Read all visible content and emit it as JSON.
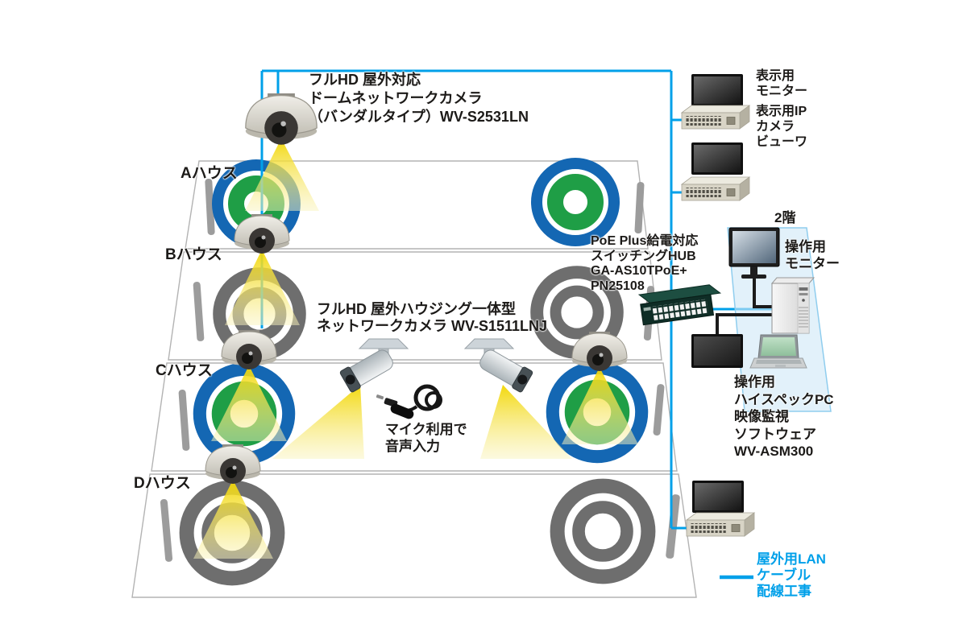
{
  "diagram": {
    "houses": [
      {
        "id": "A",
        "label": "Aハウス",
        "target_style": "blue-green"
      },
      {
        "id": "B",
        "label": "Bハウス",
        "target_style": "gray"
      },
      {
        "id": "C",
        "label": "Cハウス",
        "target_style": "blue-green"
      },
      {
        "id": "D",
        "label": "Dハウス",
        "target_style": "gray"
      }
    ],
    "dome_camera_label": {
      "line1": "フルHD 屋外対応",
      "line2": "ドームネットワークカメラ",
      "line3": "（バンダルタイプ）WV-S2531LN"
    },
    "bullet_camera_label": {
      "line1": "フルHD 屋外ハウジング一体型",
      "line2": "ネットワークカメラ WV-S1511LNJ"
    },
    "mic_label": {
      "line1": "マイク利用で",
      "line2": "音声入力"
    },
    "hub_label": {
      "line1": "PoE Plus給電対応",
      "line2": "スイッチングHUB",
      "line3": "GA-AS10TPoE+",
      "line4": "PN25108"
    },
    "display_monitor_label": {
      "line1": "表示用",
      "line2": "モニター"
    },
    "ip_viewer_label": {
      "line1": "表示用IP",
      "line2": "カメラ",
      "line3": "ビューワ"
    },
    "floor2_label": "2階",
    "op_monitor_label": {
      "line1": "操作用",
      "line2": "モニター"
    },
    "op_pc_label": {
      "line1": "操作用",
      "line2": "ハイスペックPC",
      "line3": "映像監視",
      "line4": "ソフトウェア",
      "line5": "WV-ASM300"
    },
    "legend": {
      "line1": "屋外用LAN",
      "line2": "ケーブル",
      "line3": "配線工事"
    }
  },
  "colors": {
    "lan_cable": "#00a0e9",
    "target_blue": "#1467b3",
    "target_green": "#1f9e46",
    "target_gray": "#6e6e6e",
    "spotlight_yellow": "#f2d600",
    "floor2_panel": "#cfe8f7"
  }
}
